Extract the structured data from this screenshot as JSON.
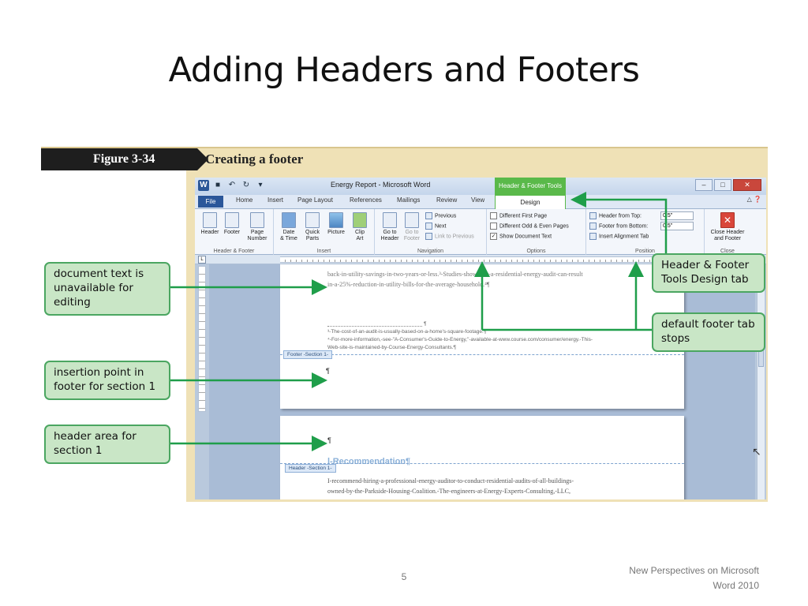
{
  "slide": {
    "title": "Adding Headers and Footers",
    "page_number": "5",
    "source_line1": "New Perspectives on Microsoft",
    "source_line2": "Word 2010"
  },
  "figure": {
    "number": "Figure 3-34",
    "caption": "Creating a footer"
  },
  "word": {
    "window_title": "Energy Report - Microsoft Word",
    "context_tab": "Header & Footer Tools",
    "tabs": [
      "File",
      "Home",
      "Insert",
      "Page Layout",
      "References",
      "Mailings",
      "Review",
      "View"
    ],
    "design_tab": "Design",
    "groups": {
      "header_footer": {
        "label": "Header & Footer",
        "header": "Header",
        "footer": "Footer",
        "page_number_1": "Page",
        "page_number_2": "Number"
      },
      "insert": {
        "label": "Insert",
        "date_1": "Date",
        "date_2": "& Time",
        "quick_1": "Quick",
        "quick_2": "Parts",
        "picture": "Picture",
        "clip_1": "Clip",
        "clip_2": "Art"
      },
      "navigation": {
        "label": "Navigation",
        "goto_header_1": "Go to",
        "goto_header_2": "Header",
        "goto_footer_1": "Go to",
        "goto_footer_2": "Footer",
        "previous": "Previous",
        "next": "Next",
        "link": "Link to Previous"
      },
      "options": {
        "label": "Options",
        "first_page": "Different First Page",
        "odd_even": "Different Odd & Even Pages",
        "show_text": "Show Document Text"
      },
      "position": {
        "label": "Position",
        "header_top": "Header from Top:",
        "header_top_value": "0.5\"",
        "footer_bottom": "Footer from Bottom:",
        "footer_bottom_value": "0.5\"",
        "align_tab": "Insert Alignment Tab"
      },
      "close": {
        "label": "Close",
        "btn_1": "Close Header",
        "btn_2": "and Footer"
      }
    },
    "ruler_corner": "L",
    "document": {
      "line1": "back-in-utility-savings-in-two-years-or-less.³-Studies-show-that-a-residential-energy-audit-can-result",
      "line2": "in-a-25%-reduction-in-utility-bills-for-the-average-household.⁴¶",
      "footnote_sep_mark": "¶",
      "fn1": "³-The-cost-of-an-audit-is-usually-based-on-a-home's-square-footage.¶",
      "fn2": "⁴-For-more-information,-see-\"A-Consumer's-Guide-to-Energy,\"-available-at-www.course.com/consumer/energy.-This-",
      "fn3": "Web-site-is-maintained-by-Course-Energy-Consultants.¶",
      "footer_tag": "Footer -Section 1-",
      "footer_mark": "¶",
      "header_mark": "¶",
      "header_tag": "Header -Section 1-",
      "heading": "l-Recommendation¶",
      "body1": "I-recommend-hiring-a-professional-energy-auditor-to-conduct-residential-audits-of-all-buildings-",
      "body2": "owned-by-the-Parkside-Housing-Coalition.-The-engineers-at-Energy-Experts-Consulting,-LLC,"
    }
  },
  "callouts": {
    "doc_text": "document text is unavailable for editing",
    "insertion": "insertion point in footer for section 1",
    "header_area": "header area for section 1",
    "design_tab": "Header & Footer Tools Design tab",
    "tab_stops": "default footer tab stops"
  },
  "colors": {
    "callout_fill": "#c9e6c6",
    "callout_border": "#4ba661",
    "arrow": "#1f9e4a",
    "context_tab": "#5ab94a"
  }
}
